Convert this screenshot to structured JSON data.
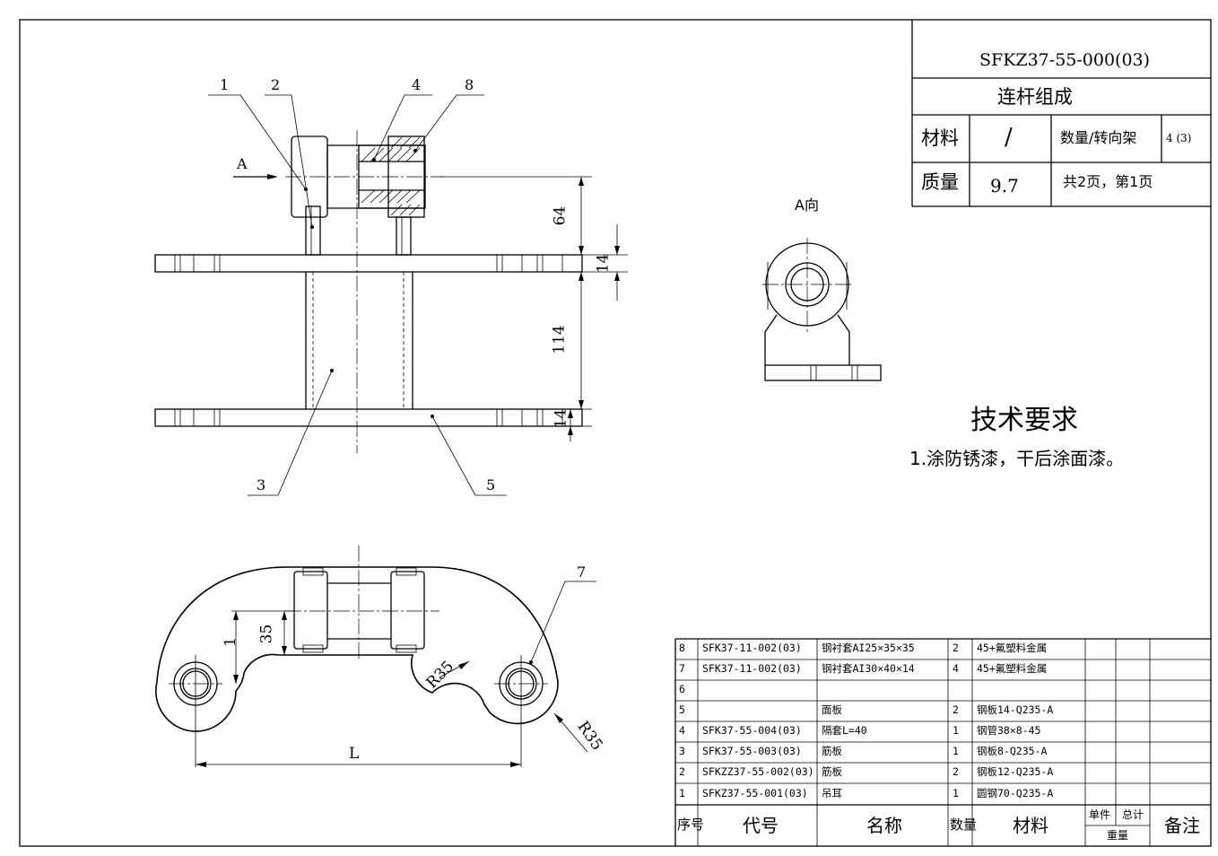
{
  "title_block": {
    "drawing_no": "SFKZ37-55-000(03)",
    "name": "连杆组成",
    "material_label": "材料",
    "material_value": "/",
    "qty_label": "数量/转向架",
    "qty_value": "4 (3)",
    "mass_label": "质量",
    "mass_value": "9.7",
    "pages": "共2页，第1页"
  },
  "view_label": "A向",
  "tech_req": {
    "title": "技术要求",
    "item1": "1.涂防锈漆，干后涂面漆。"
  },
  "front_view": {
    "balloons": [
      "1",
      "2",
      "4",
      "8",
      "3",
      "5"
    ],
    "arrow_label": "A",
    "dims": [
      "64",
      "14",
      "114",
      "14"
    ]
  },
  "bottom_view": {
    "balloon": "7",
    "dims": [
      "35",
      "1",
      "L",
      "R35",
      "R35"
    ]
  },
  "parts_list": {
    "rows": [
      {
        "no": "8",
        "code": "SFK37-11-002(03)",
        "name": "钢衬套AI25×35×35",
        "qty": "2",
        "material": "45+氟塑料金属"
      },
      {
        "no": "7",
        "code": "SFK37-11-002(03)",
        "name": "钢衬套AI30×40×14",
        "qty": "4",
        "material": "45+氟塑料金属"
      },
      {
        "no": "6",
        "code": "",
        "name": "",
        "qty": "",
        "material": ""
      },
      {
        "no": "5",
        "code": "",
        "name": "面板",
        "qty": "2",
        "material": "钢板14-Q235-A"
      },
      {
        "no": "4",
        "code": "SFK37-55-004(03)",
        "name": "隔套L=40",
        "qty": "1",
        "material": "钢管38×8-45"
      },
      {
        "no": "3",
        "code": "SFK37-55-003(03)",
        "name": "筋板",
        "qty": "1",
        "material": "钢板8-Q235-A"
      },
      {
        "no": "2",
        "code": "SFKZZ37-55-002(03)",
        "name": "筋板",
        "qty": "2",
        "material": "钢板12-Q235-A"
      },
      {
        "no": "1",
        "code": "SFKZ37-55-001(03)",
        "name": "吊耳",
        "qty": "1",
        "material": "圆钢70-Q235-A"
      }
    ],
    "header": {
      "no": "序号",
      "code": "代号",
      "name": "名称",
      "qty": "数量",
      "material": "材料",
      "unit": "单件",
      "total": "总计",
      "weight": "重量",
      "remark": "备注"
    }
  }
}
